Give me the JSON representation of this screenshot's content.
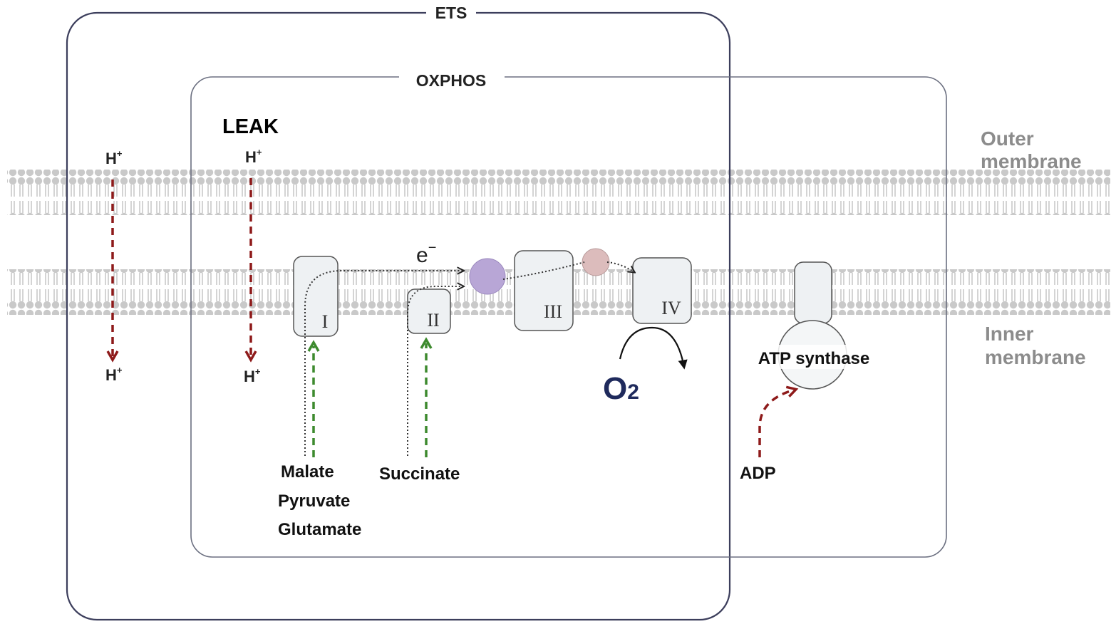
{
  "regions": {
    "ets": "ETS",
    "oxphos": "OXPHOS",
    "leak": "LEAK"
  },
  "membranes": {
    "outer_line1": "Outer",
    "outer_line2": "membrane",
    "inner_line1": "Inner",
    "inner_line2": "membrane"
  },
  "protons": {
    "ets_top": "H",
    "ets_bottom": "H",
    "leak_top": "H",
    "leak_bottom": "H",
    "charge": "+"
  },
  "complexes": {
    "c1": "I",
    "c2": "II",
    "c3": "III",
    "c4": "IV",
    "atp_synthase": "ATP synthase"
  },
  "electron": {
    "symbol": "e",
    "charge": "−"
  },
  "oxygen": {
    "symbol": "O",
    "subscript": "2"
  },
  "substrates": {
    "malate": "Malate",
    "pyruvate": "Pyruvate",
    "glutamate": "Glutamate",
    "succinate": "Succinate",
    "adp": "ADP"
  },
  "colors": {
    "ets_border": "#3c3e5c",
    "oxphos_border": "#6b6f80",
    "proton_arrow": "#8e1a1a",
    "substrate_arrow": "#3d8a2e",
    "lipid": "#c9c9c9",
    "membrane_label": "#8c8c8c",
    "cytochrome_c": "#b8a6d6",
    "ubiquinone": "#dcbcbc",
    "oxygen_text": "#1f2a5c"
  }
}
